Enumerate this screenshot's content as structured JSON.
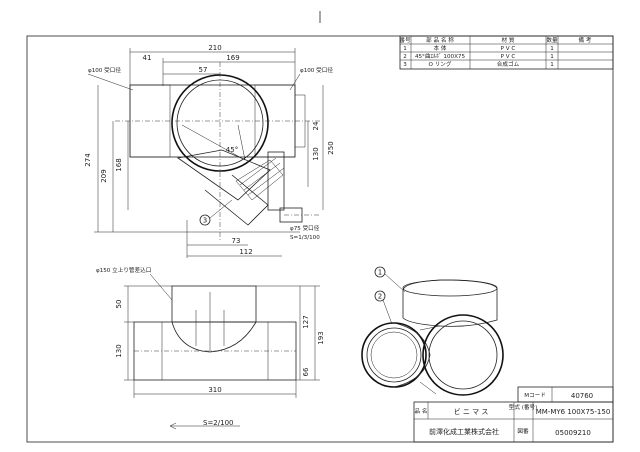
{
  "parts_table": {
    "headers": [
      "番号",
      "部 品 名 称",
      "材 質",
      "数量",
      "備 考"
    ],
    "rows": [
      {
        "no": "1",
        "name": "本 体",
        "material": "P V C",
        "qty": "1",
        "note": ""
      },
      {
        "no": "2",
        "name": "45°曲ｴﾙﾎﾞ 100X75",
        "material": "P V C",
        "qty": "1",
        "note": ""
      },
      {
        "no": "3",
        "name": "O リング",
        "material": "合成ゴム",
        "qty": "1",
        "note": ""
      }
    ]
  },
  "title_block": {
    "m_code_label": "Mコード",
    "m_code": "40760",
    "product_label": "品 名",
    "product_name": "ビ ニ マ ス",
    "model_label": "型式 (番号)",
    "model": "MM-MY6 100X75-150",
    "company": "前澤化成工業株式会社",
    "drawing_no_label": "図番",
    "drawing_no": "05009210"
  },
  "top_view": {
    "dims": {
      "w210": "210",
      "w41": "41",
      "w169": "169",
      "w57": "57",
      "h274": "274",
      "h209": "209",
      "h168": "168",
      "h24": "24",
      "h130": "130",
      "h250": "250",
      "w73": "73",
      "w112": "112",
      "angle": "45°"
    },
    "labels": {
      "left_socket": "φ100 受口径",
      "right_socket": "φ100 受口径",
      "small_outlet": "φ75 受口径",
      "scale": "S=1/3/100",
      "balloon3": "3"
    }
  },
  "front_view": {
    "dims": {
      "h50": "50",
      "h130": "130",
      "h127": "127",
      "h193": "193",
      "h66": "66",
      "w310": "310"
    },
    "labels": {
      "top_socket": "φ150 立上り管差込口",
      "scale": "S=2/100"
    }
  },
  "iso_view": {
    "balloon1": "1",
    "balloon2": "2"
  }
}
